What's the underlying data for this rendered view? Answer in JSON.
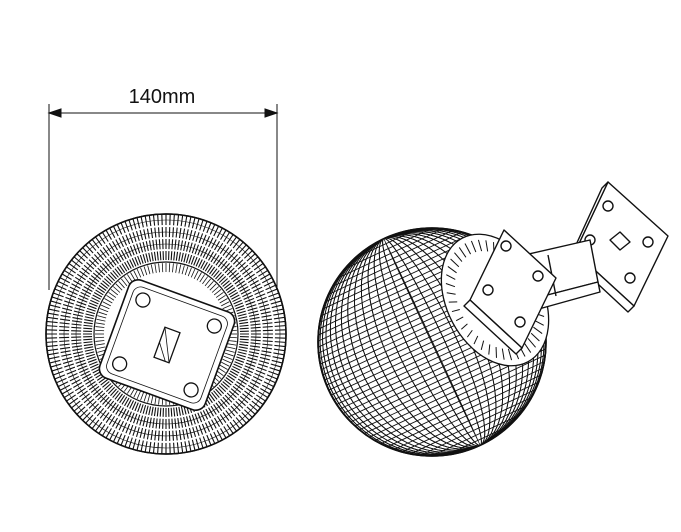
{
  "dimension": {
    "label": "140mm"
  },
  "colors": {
    "line": "#111111",
    "background": "#ffffff",
    "part_fill": "#ffffff"
  },
  "figures": [
    {
      "name": "lens-front-view",
      "description_hidden": true
    },
    {
      "name": "lens-isometric-view",
      "description_hidden": true
    }
  ]
}
